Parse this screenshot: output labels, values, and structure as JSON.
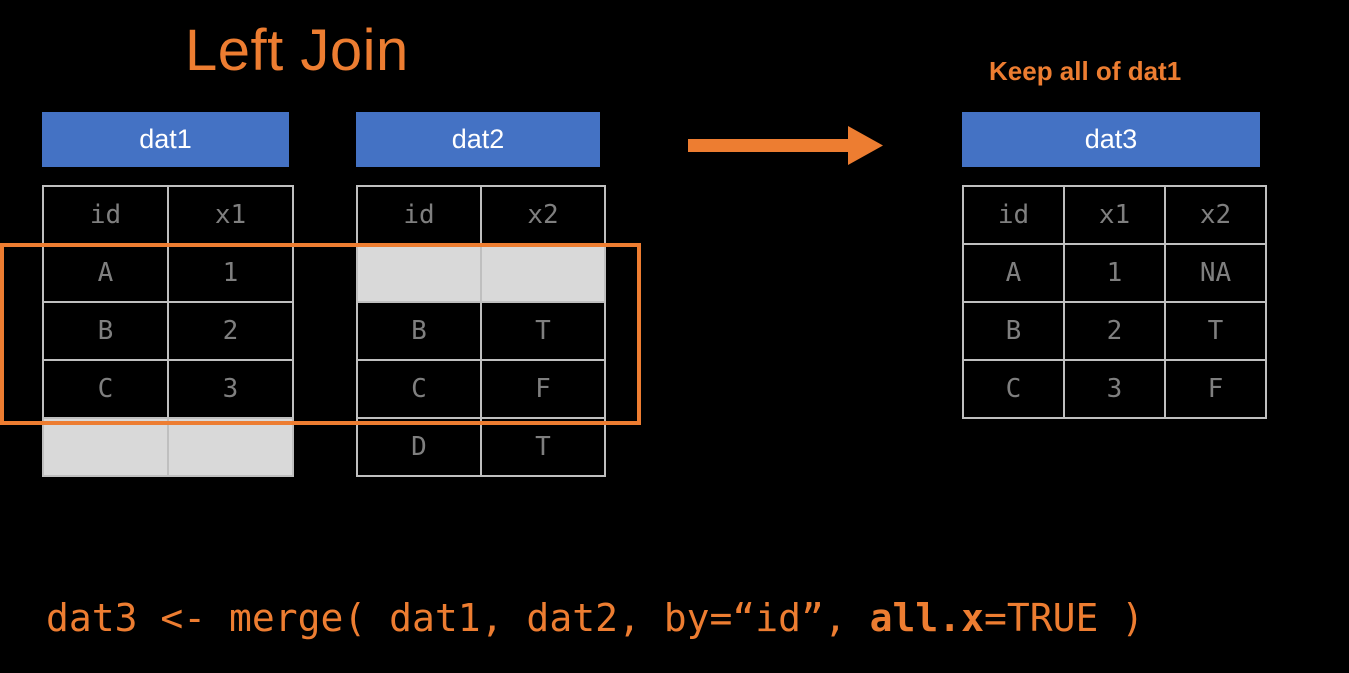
{
  "title": "Left Join",
  "caption": "Keep all of dat1",
  "colors": {
    "accent_orange": "#ED7D31",
    "header_blue": "#4472C4",
    "empty_grey": "#D9D9D9",
    "border_grey": "#BFBFBF",
    "text_grey": "#7F7F7F",
    "background": "#000000"
  },
  "tables": {
    "dat1": {
      "name": "dat1",
      "columns": [
        "id",
        "x1"
      ],
      "rows": [
        [
          "A",
          "1"
        ],
        [
          "B",
          "2"
        ],
        [
          "C",
          "3"
        ],
        [
          "",
          ""
        ]
      ],
      "empty_rows": [
        3
      ]
    },
    "dat2": {
      "name": "dat2",
      "columns": [
        "id",
        "x2"
      ],
      "rows": [
        [
          "",
          ""
        ],
        [
          "B",
          "T"
        ],
        [
          "C",
          "F"
        ],
        [
          "D",
          "T"
        ]
      ],
      "empty_rows": [
        0
      ]
    },
    "dat3": {
      "name": "dat3",
      "columns": [
        "id",
        "x1",
        "x2"
      ],
      "rows": [
        [
          "A",
          "1",
          "NA"
        ],
        [
          "B",
          "2",
          "T"
        ],
        [
          "C",
          "3",
          "F"
        ]
      ],
      "empty_rows": []
    }
  },
  "code": {
    "prefix": "dat3 <- merge( dat1, dat2, by=“id”, ",
    "bold": "all.x",
    "suffix": "=TRUE )"
  },
  "arrow": {
    "direction": "right",
    "label": "join-arrow"
  }
}
